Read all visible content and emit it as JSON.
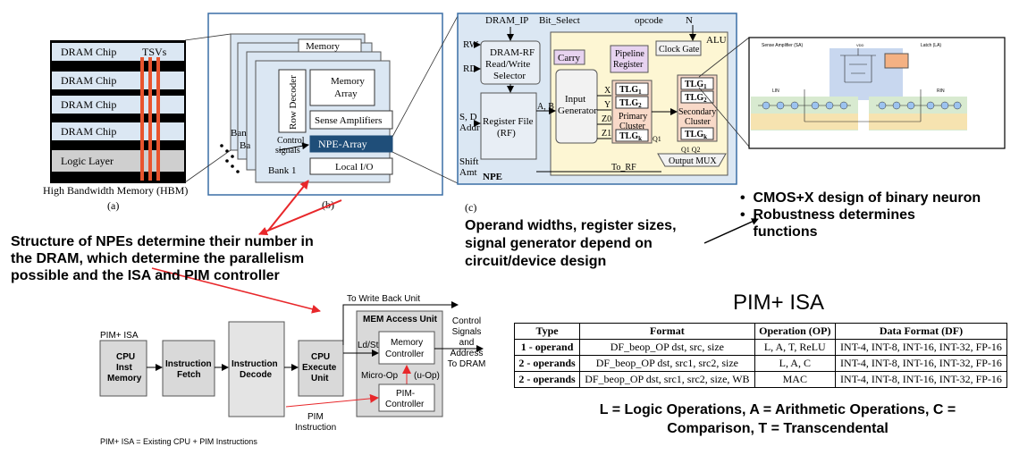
{
  "hbm": {
    "chips": [
      "DRAM Chip",
      "DRAM Chip",
      "DRAM Chip",
      "DRAM Chip"
    ],
    "tsv_label": "TSVs",
    "logic_layer": "Logic Layer",
    "caption": "High Bandwidth Memory (HBM)",
    "tag": "(a)"
  },
  "bank": {
    "back_memory": "Memory",
    "back_ban": "Ban",
    "back_ba": "Ba",
    "row_decoder": "Row Decoder",
    "memory_array": "Memory Array",
    "sense_amps": "Sense Amplifiers",
    "control_signals": "Control signals",
    "npe_array": "NPE-Array",
    "bank1": "Bank 1",
    "local_io": "Local I/O",
    "dots": "• • •",
    "tag": "(b)"
  },
  "npe": {
    "dram_ip": "DRAM_IP",
    "bit_select": "Bit_Select",
    "opcode": "opcode",
    "n": "N",
    "alu": "ALU",
    "rw": "RW",
    "rd": "RD",
    "s": "S, D",
    "addr": "Addr",
    "shift": "Shift",
    "amt": "Amt",
    "selector": [
      "DRAM-RF",
      "Read/Write",
      "Selector"
    ],
    "carry": "Carry",
    "pipeline": [
      "Pipeline",
      "Register"
    ],
    "clock_gate": "Clock Gate",
    "input_gen": [
      "Input",
      "Generator"
    ],
    "register_file": [
      "Register File",
      "(RF)"
    ],
    "ab": "A, B",
    "x": "X",
    "y": "Y",
    "z0": "Z0",
    "z1": "Z1",
    "tlg1": "TLG",
    "sub1": "1",
    "sub2": "2",
    "subk": "k",
    "primary": [
      "Primary",
      "Cluster"
    ],
    "secondary": [
      "Secondary",
      "Cluster"
    ],
    "q1": "Q1",
    "q2": "Q2",
    "output_mux": "Output MUX",
    "to_rf": "To_RF",
    "npe_label": "NPE",
    "tag": "(c)"
  },
  "circuit": {
    "sa_label": "Sense Amplifier (SA)",
    "latch_label": "Latch (LA)",
    "vdd": "VDD",
    "lin": "LIN",
    "rin": "RIN"
  },
  "bullets": [
    "CMOS+X design of binary neuron",
    "Robustness determines functions"
  ],
  "operand_note": "Operand widths, register sizes, signal generator depend on circuit/device design",
  "structure_note": "Structure of NPEs determine their number in the DRAM, which determine the parallelism possible and the ISA and PIM controller",
  "pipeline": {
    "pim_isa_label": "PIM+ ISA",
    "cpu_inst_memory": [
      "CPU",
      "Inst",
      "Memory"
    ],
    "instruction_fetch": [
      "Instruction",
      "Fetch"
    ],
    "instruction_decode": [
      "Instruction",
      "Decode"
    ],
    "cpu_execute": [
      "CPU",
      "Execute",
      "Unit"
    ],
    "to_write_back": "To Write Back Unit",
    "mem_access_unit": "MEM Access Unit",
    "ld_st": "Ld/St",
    "memory_controller": [
      "Memory",
      "Controller"
    ],
    "micro_op": "Micro-Op",
    "u_op": "(u-Op)",
    "pim_controller": [
      "PIM-",
      "Controller"
    ],
    "pim_instruction": [
      "PIM",
      "Instruction"
    ],
    "control_signals": [
      "Control",
      "Signals",
      "and",
      "Address",
      "To DRAM"
    ],
    "footnote": "PIM+ ISA = Existing CPU + PIM Instructions"
  },
  "isa": {
    "title": "PIM+ ISA",
    "headers": [
      "Type",
      "Format",
      "Operation (OP)",
      "Data Format (DF)"
    ],
    "rows": [
      {
        "type": "1 - operand",
        "format": "DF_beop_OP dst, src, size",
        "op": "L, A, T, ReLU",
        "df": "INT-4, INT-8, INT-16, INT-32, FP-16"
      },
      {
        "type": "2 - operands",
        "format": "DF_beop_OP dst, src1, src2, size",
        "op": "L, A, C",
        "df": "INT-4, INT-8, INT-16, INT-32, FP-16"
      },
      {
        "type": "2 - operands",
        "format": "DF_beop_OP dst, src1, src2, size, WB",
        "op": "MAC",
        "df": "INT-4, INT-8, INT-16, INT-32, FP-16"
      }
    ],
    "legend": [
      "L = Logic Operations, A = Arithmetic Operations, C =",
      "Comparison, T = Transcendental"
    ]
  },
  "colors": {
    "tsv": "#e8542e",
    "panel_bg": "#dbe7f3",
    "npe_array": "#1f4e79",
    "alu_bg": "#fdf6d3",
    "cluster_bg": "#f8d9c8",
    "carry_bg": "#e7d3f0",
    "grey_box": "#d9d9d9",
    "red_arrow": "#e8272a"
  }
}
